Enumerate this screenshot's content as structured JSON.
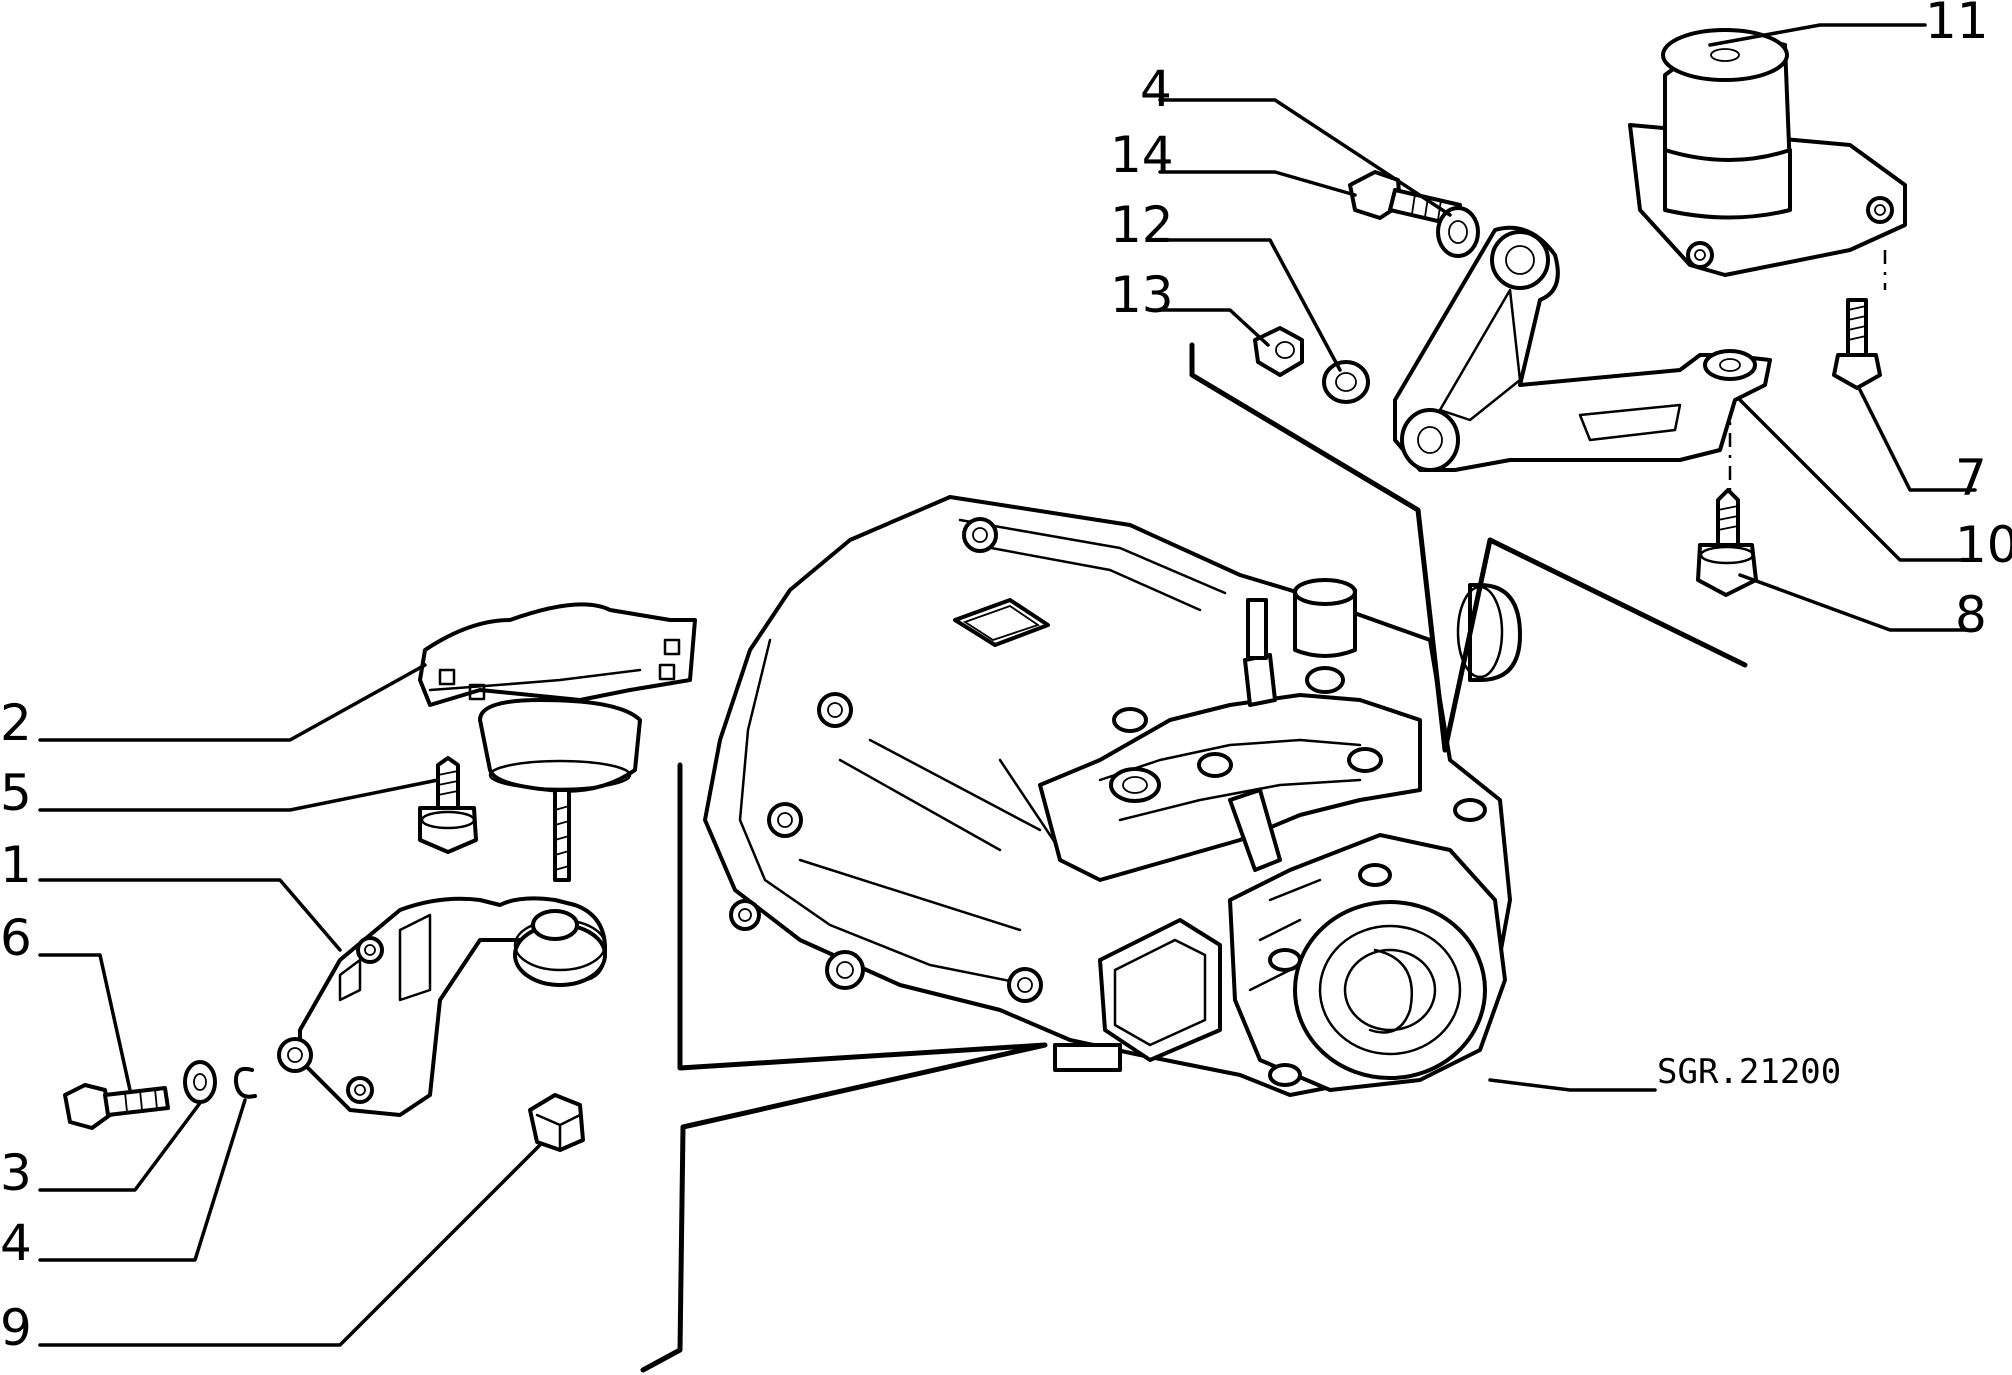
{
  "drawing": {
    "reference_code": "SGR.21200"
  },
  "callouts": [
    {
      "id": "c-11",
      "number": "11"
    },
    {
      "id": "c-4-top",
      "number": "4"
    },
    {
      "id": "c-14",
      "number": "14"
    },
    {
      "id": "c-12",
      "number": "12"
    },
    {
      "id": "c-13",
      "number": "13"
    },
    {
      "id": "c-7",
      "number": "7"
    },
    {
      "id": "c-10",
      "number": "10"
    },
    {
      "id": "c-8",
      "number": "8"
    },
    {
      "id": "c-2",
      "number": "2"
    },
    {
      "id": "c-5",
      "number": "5"
    },
    {
      "id": "c-1",
      "number": "1"
    },
    {
      "id": "c-6",
      "number": "6"
    },
    {
      "id": "c-3",
      "number": "3"
    },
    {
      "id": "c-4-bottom",
      "number": "4"
    },
    {
      "id": "c-9",
      "number": "9"
    }
  ]
}
